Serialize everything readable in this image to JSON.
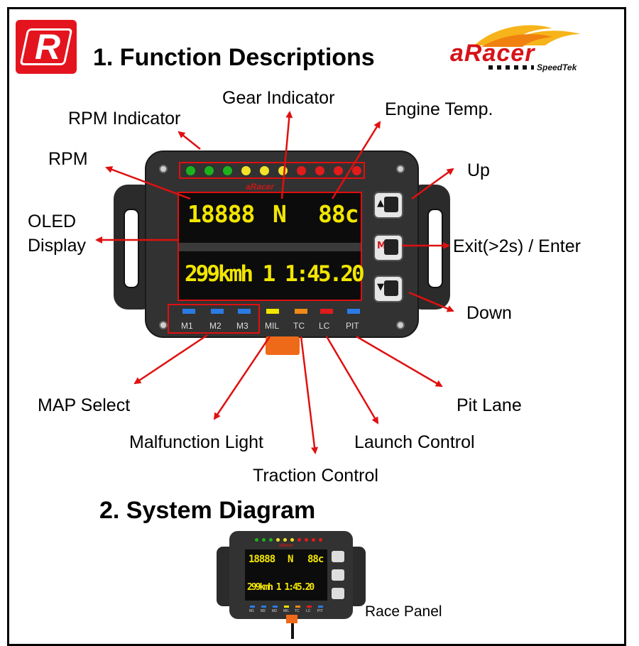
{
  "header": {
    "logo_r": "R",
    "brand_name": "aRacer",
    "brand_sub": "SpeedTek",
    "title": "1. Function Descriptions"
  },
  "device": {
    "brand_mark": "aRacer",
    "display_rpm": "18888",
    "display_gear": "N",
    "display_temp": "88c",
    "display_line2": "299kmh 1 1:45.20",
    "led_colors": [
      "#1bb31b",
      "#1bb31b",
      "#1bb31b",
      "#f2e22a",
      "#f2e22a",
      "#f2e22a",
      "#e21b1b",
      "#e21b1b",
      "#e21b1b",
      "#e21b1b"
    ],
    "indicators": [
      {
        "label": "M1",
        "color": "#2b7be4"
      },
      {
        "label": "M2",
        "color": "#2b7be4"
      },
      {
        "label": "M3",
        "color": "#2b7be4"
      },
      {
        "label": "MIL",
        "color": "#f2e600"
      },
      {
        "label": "TC",
        "color": "#f08a18"
      },
      {
        "label": "LC",
        "color": "#e21b1b"
      },
      {
        "label": "PIT",
        "color": "#2b7be4"
      }
    ],
    "btn_up_symbol": "▲",
    "btn_mode_symbol": "M",
    "btn_down_symbol": "▼"
  },
  "labels": {
    "rpm_indicator": "RPM Indicator",
    "gear_indicator": "Gear Indicator",
    "engine_temp": "Engine Temp.",
    "rpm": "RPM",
    "oled_display": "OLED\nDisplay",
    "up": "Up",
    "exit_enter": "Exit(>2s) / Enter",
    "down": "Down",
    "map_select": "MAP Select",
    "malfunction_light": "Malfunction Light",
    "traction_control": "Traction Control",
    "launch_control": "Launch Control",
    "pit_lane": "Pit Lane"
  },
  "section2": {
    "title": "2. System Diagram",
    "race_panel": "Race Panel"
  },
  "colors": {
    "accent_red": "#e01010",
    "display_yellow": "#f2e600"
  }
}
